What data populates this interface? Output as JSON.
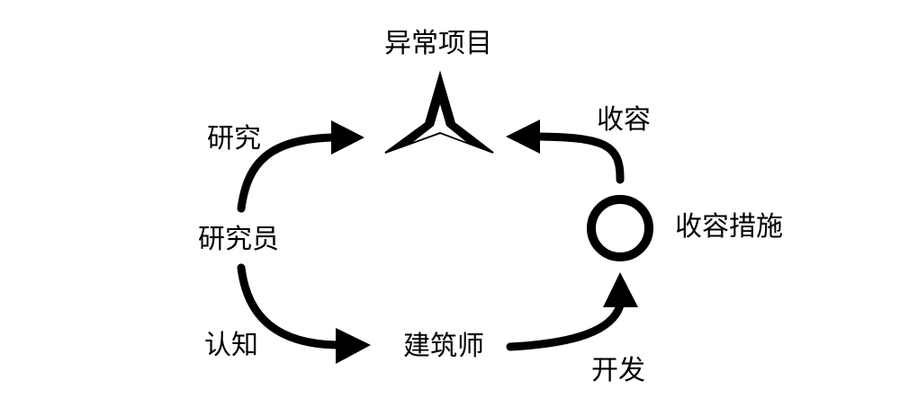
{
  "diagram": {
    "top_node": {
      "label": "异常项目",
      "icon": "star-icon"
    },
    "left_node": {
      "label": "研究员"
    },
    "bottom_node": {
      "label": "建筑师"
    },
    "right_node": {
      "label": "收容措施",
      "icon": "circle-icon"
    },
    "edges": {
      "researcher_to_anomaly": "研究",
      "researcher_to_architect": "认知",
      "architect_to_containment": "开发",
      "containment_to_anomaly": "收容"
    }
  },
  "colors": {
    "ink": "#000000",
    "background": "#ffffff"
  }
}
